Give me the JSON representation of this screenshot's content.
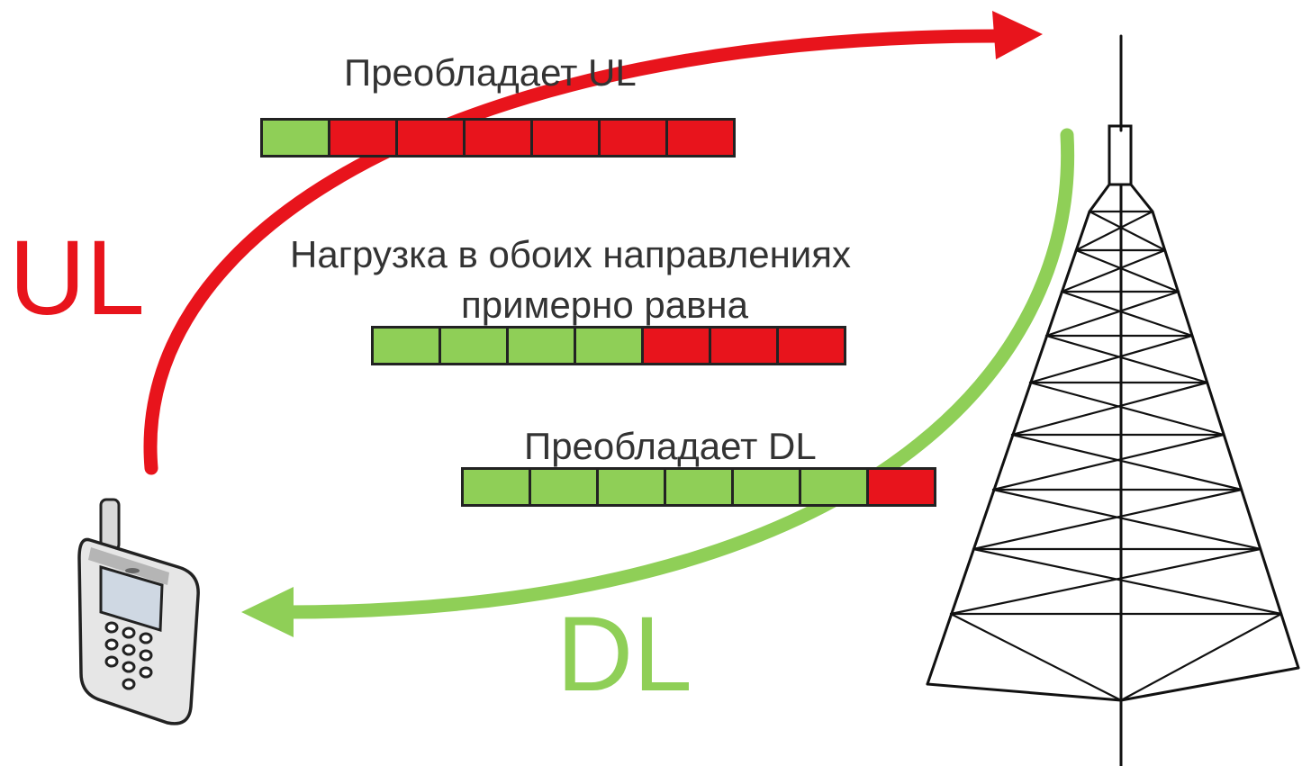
{
  "labels": {
    "ul_dominant": "Преобладает UL",
    "balanced_line1": "Нагрузка в обоих направлениях",
    "balanced_line2": "примерно равна",
    "dl_dominant": "Преобладает DL",
    "ul": "UL",
    "dl": "DL"
  },
  "colors": {
    "ul": "#e8141c",
    "dl": "#8fcf57",
    "outline": "#222222",
    "text": "#333333"
  },
  "bars": [
    {
      "id": "bar-ul-dominant",
      "slots": [
        "dl",
        "ul",
        "ul",
        "ul",
        "ul",
        "ul",
        "ul"
      ]
    },
    {
      "id": "bar-balanced",
      "slots": [
        "dl",
        "dl",
        "dl",
        "dl",
        "ul",
        "ul",
        "ul"
      ]
    },
    {
      "id": "bar-dl-dominant",
      "slots": [
        "dl",
        "dl",
        "dl",
        "dl",
        "dl",
        "dl",
        "ul"
      ]
    }
  ],
  "icons": [
    "mobile-phone-icon",
    "cell-tower-icon"
  ]
}
